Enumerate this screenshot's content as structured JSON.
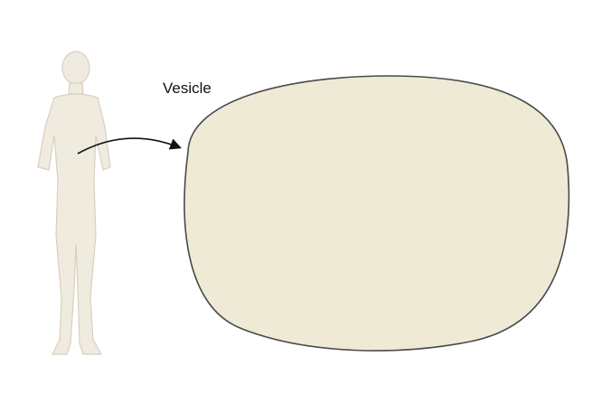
{
  "labels": {
    "vesicle": "Vesicle"
  },
  "colors": {
    "background": "#ffffff",
    "silhouette_fill": "#f0ebdf",
    "silhouette_stroke": "#d9d2c1",
    "cell_fill": "#efead6",
    "cell_stroke": "#4a4a4a",
    "organelle_fill": "#e9e2cc",
    "nucleus_fill": "#e6dfc5",
    "vesicle_dark": "#3d4687",
    "vesicle_light": "#7d86b2",
    "arrow": "#111111"
  },
  "icons": {
    "person": "human-silhouette",
    "cell": "eukaryotic-cell"
  }
}
